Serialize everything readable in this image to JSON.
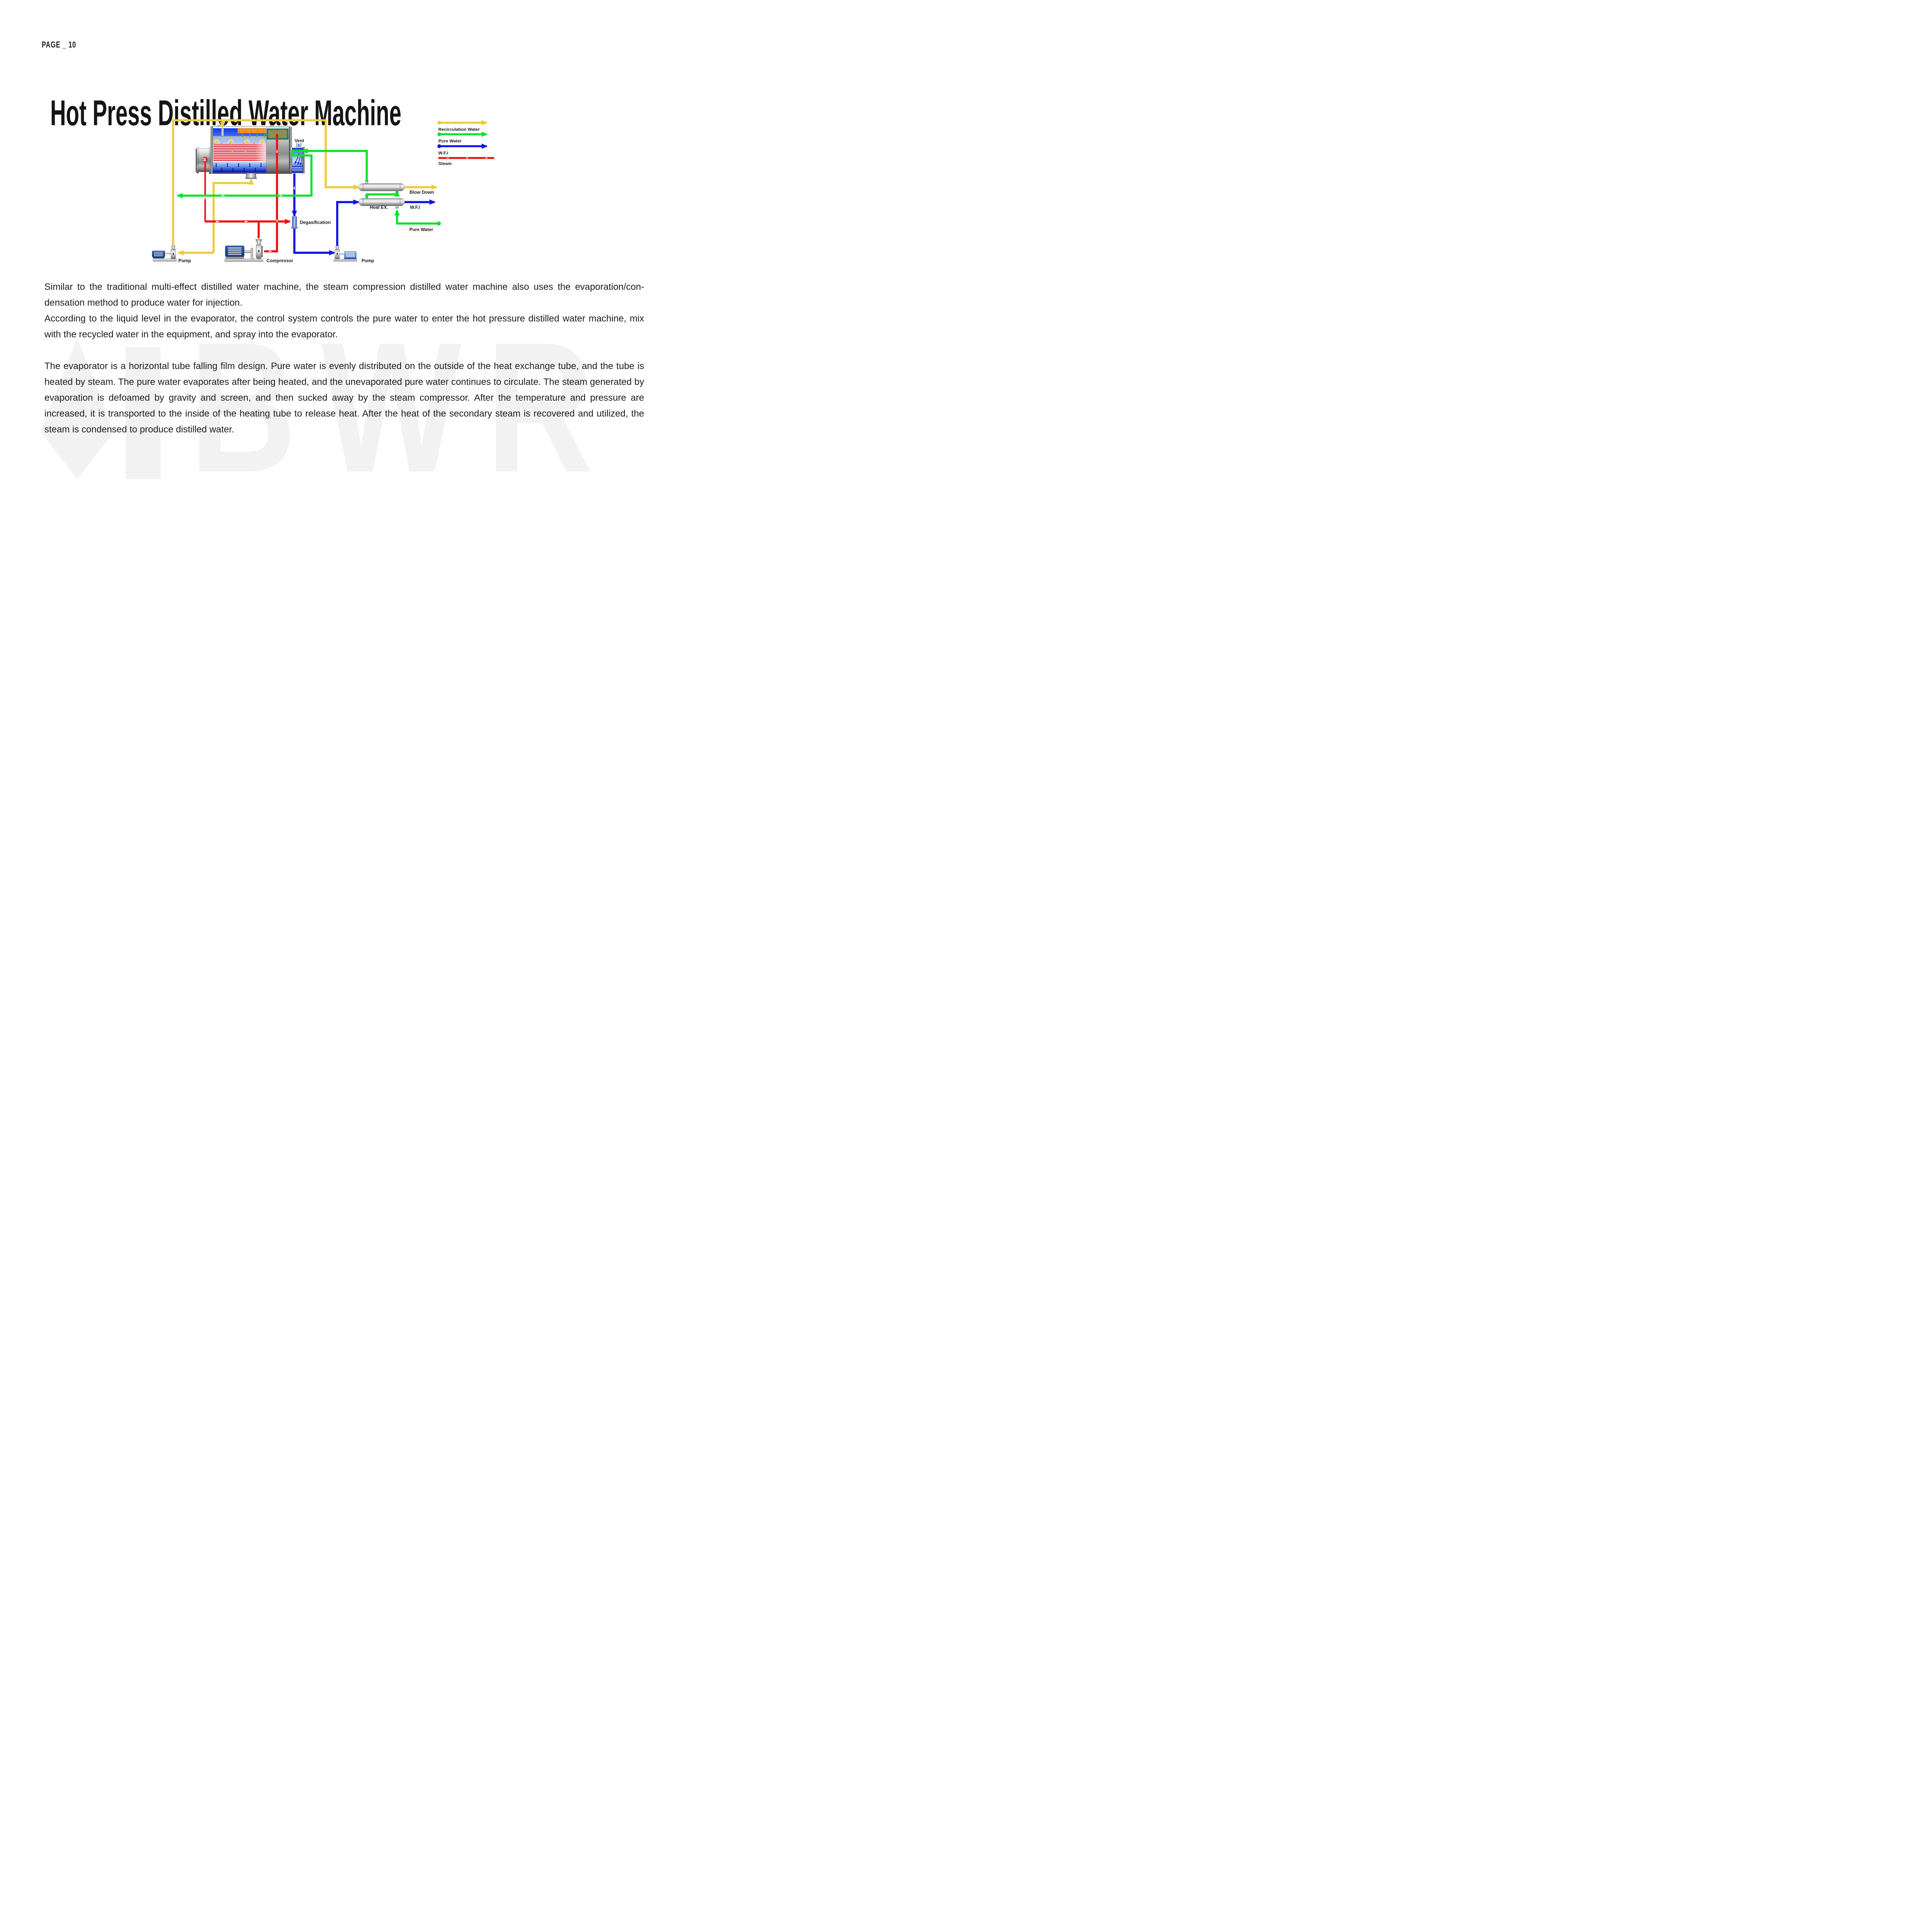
{
  "page": {
    "label": "PAGE _ 10",
    "title": "Hot Press Distilled Water Machine"
  },
  "diagram": {
    "labels": {
      "vent": "Vent",
      "blow_down": "Blow Down",
      "heat_ex": "Heat EX.",
      "wfi": "W.F.I",
      "pure_water": "Pure Water",
      "degasification": "Degasification",
      "pump_left": "Pump",
      "compressor": "Compressor",
      "pump_right": "Pump"
    },
    "legend": [
      {
        "label": "Recirculation Water",
        "color": "#EFCB3D",
        "style": "dot-arrow"
      },
      {
        "label": "Pure Water",
        "color": "#0BE32A",
        "style": "dot-arrow"
      },
      {
        "label": "W.F.I",
        "color": "#1212E8",
        "style": "dot-arrow"
      },
      {
        "label": "Steam",
        "color": "#EE1212",
        "style": "bar-with-arrows"
      }
    ],
    "line_colors": {
      "recirculation_water": "#EFCB3D",
      "pure_water": "#0BE32A",
      "wfi": "#1212E8",
      "steam": "#EE1212"
    }
  },
  "body": {
    "paragraphs": [
      "Similar to the traditional multi-effect distilled water machine, the steam compression distilled water machine also uses the evaporation/con­densation method to produce water for injection.",
      "According to the liquid level in the evaporator, the control system controls the pure water to enter the hot pressure distilled water machine, mix with the recycled water in the equipment, and spray into the evaporator.",
      "The evaporator is a horizontal tube falling film design. Pure water is evenly distributed on the outside of the heat exchange tube, and the tube is heated by steam. The pure water evaporates after being heated, and the unevaporated pure water continues to circulate. The steam generated by evaporation is defoamed by gravity and screen, and then sucked away by the steam compressor. After the temperature and pressure are increased, it is transported to the inside of the heating tube to release heat. After the heat of the secondary steam is recovered and utilized, the steam is condensed to produce distilled water."
    ]
  },
  "watermark": {
    "text": "BWR"
  }
}
